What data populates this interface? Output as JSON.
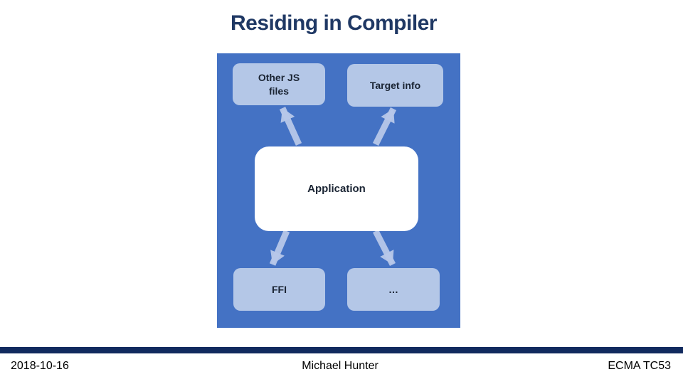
{
  "slide": {
    "title": "Residing in Compiler"
  },
  "diagram": {
    "panel_color": "#4472C4",
    "node_fill": "#B4C7E7",
    "center_fill": "#FFFFFF",
    "arrow_color": "#B7C7E9",
    "center_node": {
      "label": "Application"
    },
    "nodes": [
      {
        "label": "Other JS files",
        "position": "top-left"
      },
      {
        "label": "Target info",
        "position": "top-right"
      },
      {
        "label": "FFI",
        "position": "bottom-left"
      },
      {
        "label": "…",
        "position": "bottom-right"
      }
    ],
    "edges": [
      {
        "from": "Application",
        "to": "Other JS files"
      },
      {
        "from": "Application",
        "to": "Target info"
      },
      {
        "from": "Application",
        "to": "FFI"
      },
      {
        "from": "Application",
        "to": "…"
      }
    ]
  },
  "footer": {
    "date": "2018-10-16",
    "author": "Michael Hunter",
    "organization": "ECMA TC53",
    "bar_color": "#112A5E"
  },
  "colors": {
    "title_text": "#1F3864",
    "node_text": "#1A2433",
    "footer_text": "#000000"
  }
}
